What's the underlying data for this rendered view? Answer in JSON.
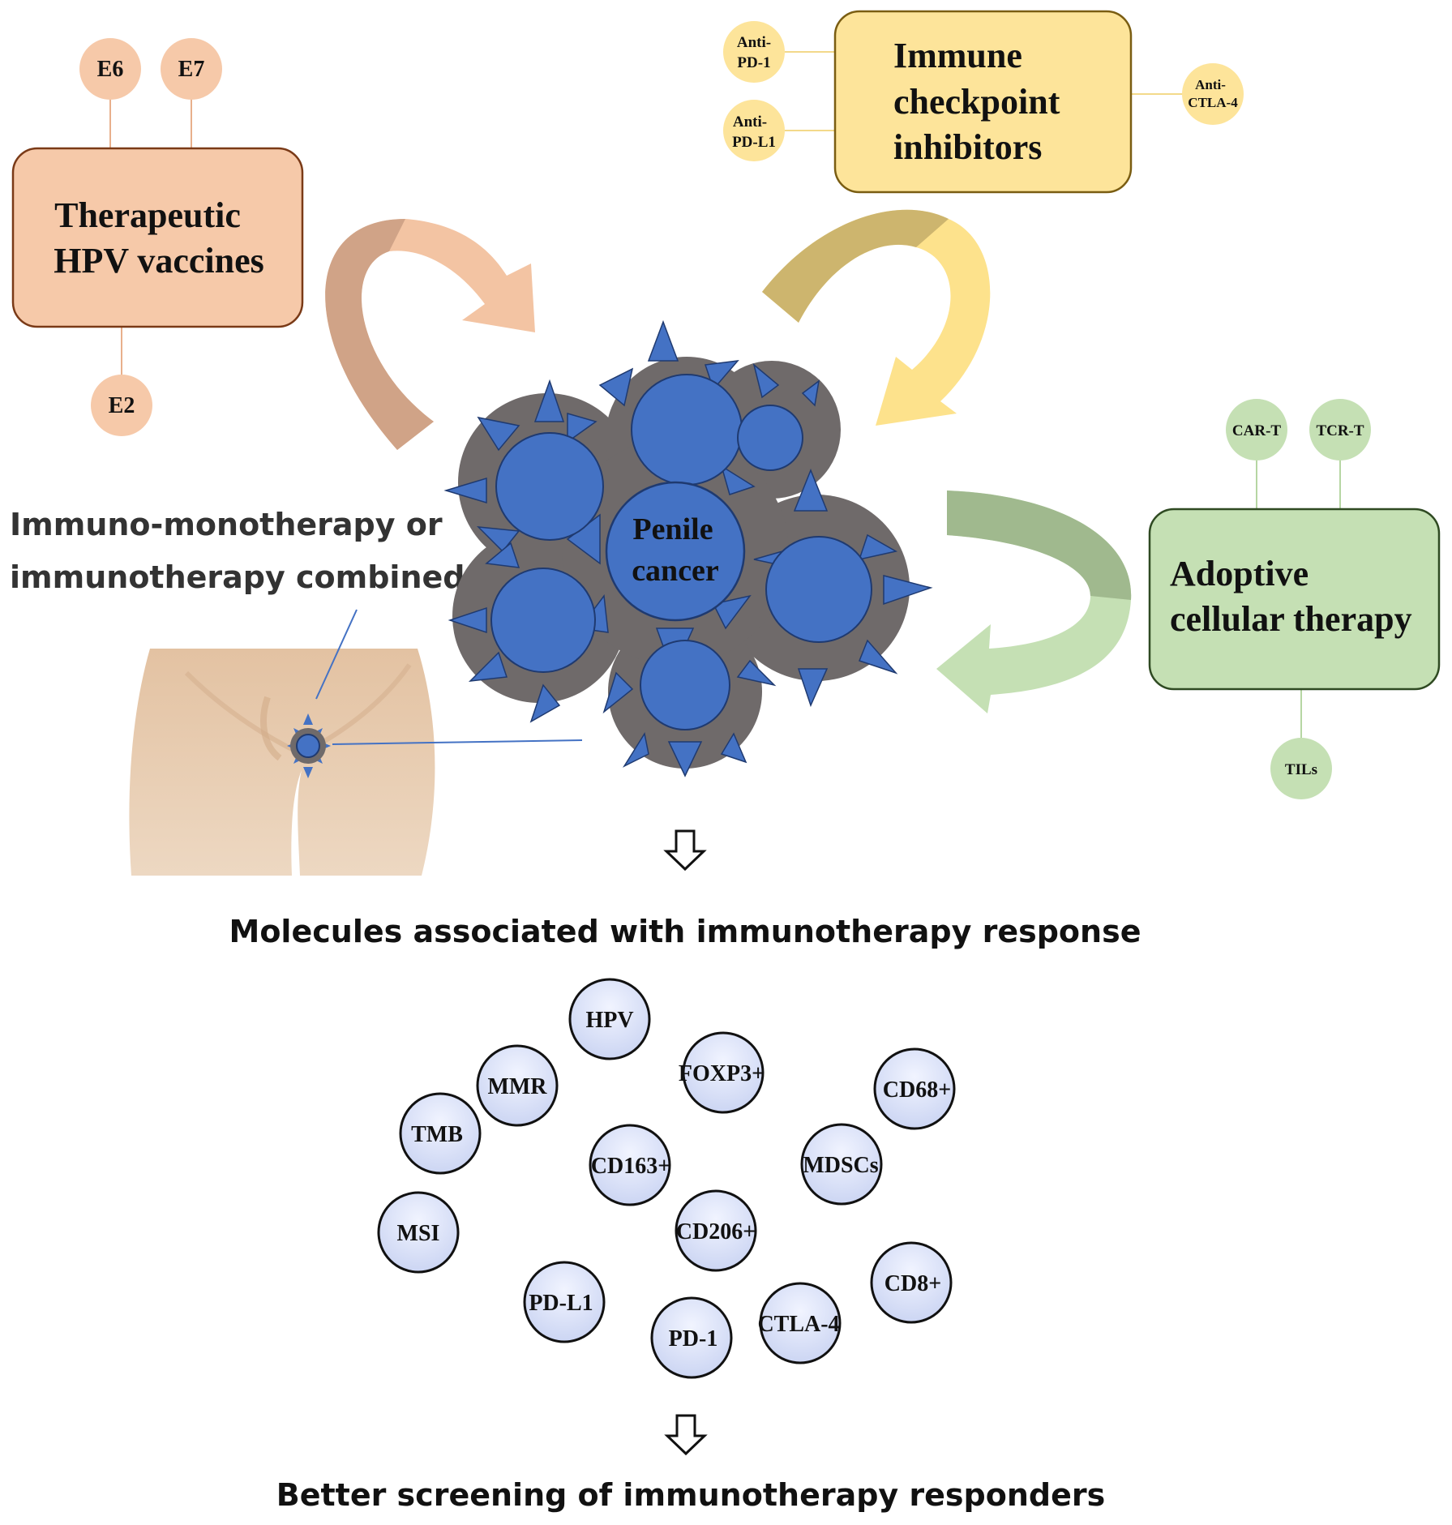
{
  "hpv": {
    "title_line1": "Therapeutic",
    "title_line2": "HPV vaccines",
    "antigens": [
      "E6",
      "E7",
      "E2"
    ]
  },
  "ici": {
    "title_line1": "Immune",
    "title_line2": "checkpoint",
    "title_line3": "inhibitors",
    "targets": [
      {
        "line1": "Anti-",
        "line2": "PD-1"
      },
      {
        "line1": "Anti-",
        "line2": "PD-L1"
      },
      {
        "line1": "Anti-",
        "line2": "CTLA-4"
      }
    ]
  },
  "act": {
    "title_line1": "Adoptive",
    "title_line2": "cellular therapy",
    "cells": [
      "CAR-T",
      "TCR-T",
      "TILs"
    ]
  },
  "tumor": {
    "line1": "Penile",
    "line2": "cancer"
  },
  "mono_label": {
    "line1": "Immuno-monotherapy or",
    "line2": "immunotherapy combined"
  },
  "molecules_title": "Molecules associated with immunotherapy response",
  "molecules": [
    "HPV",
    "FOXP3+",
    "MMR",
    "CD68+",
    "TMB",
    "CD163+",
    "MDSCs",
    "MSI",
    "CD206+",
    "CD8+",
    "PD-L1",
    "PD-1",
    "CTLA-4"
  ],
  "footer": "Better screening of immunotherapy responders",
  "colors": {
    "hpv_fill": "#f6c9a9",
    "hpv_stroke": "#7a3a17",
    "ici_fill": "#fde49a",
    "ici_stroke": "#7a5d12",
    "act_fill": "#c5e0b4",
    "act_stroke": "#2f4a22",
    "tumor_gray": "#6f6a6a",
    "tumor_blue": "#4472c4",
    "molecule_fill": "#dde3f8",
    "skin": "#e8cfb2"
  }
}
